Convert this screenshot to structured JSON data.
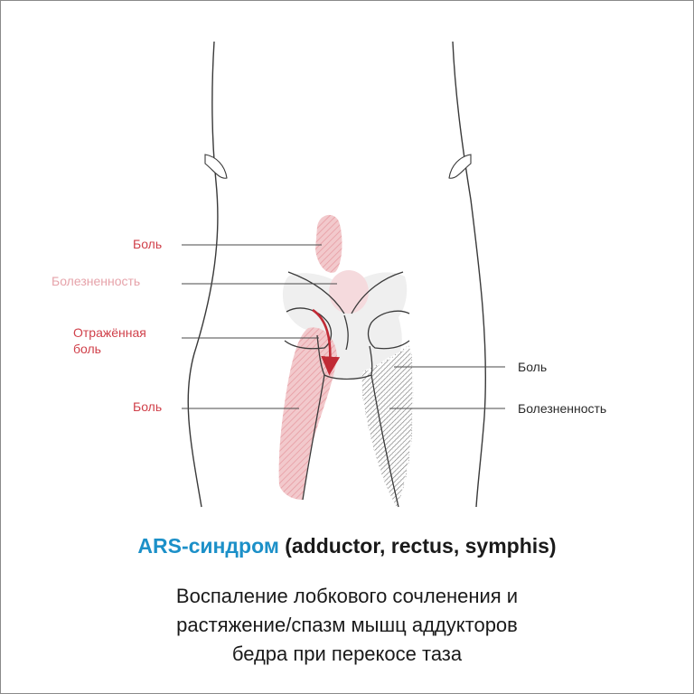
{
  "labels": {
    "left_pain_top": "Боль",
    "left_tenderness": "Болезненность",
    "referred_pain_line1": "Отражённая",
    "referred_pain_line2": "боль",
    "left_pain_bottom": "Боль",
    "right_pain": "Боль",
    "right_tenderness": "Болезненность"
  },
  "title": {
    "accent": "ARS-синдром",
    "rest": " (adductor, rectus, symphis)"
  },
  "description": [
    "Воспаление лобкового сочленения и",
    "растяжение/спазм мышц аддукторов",
    "бедра при перекосе таза"
  ],
  "colors": {
    "pain_red": "#d0404a",
    "tenderness_pink": "#e6a3aa",
    "accent_blue": "#1c90c8",
    "outline": "#3a3a3a"
  }
}
